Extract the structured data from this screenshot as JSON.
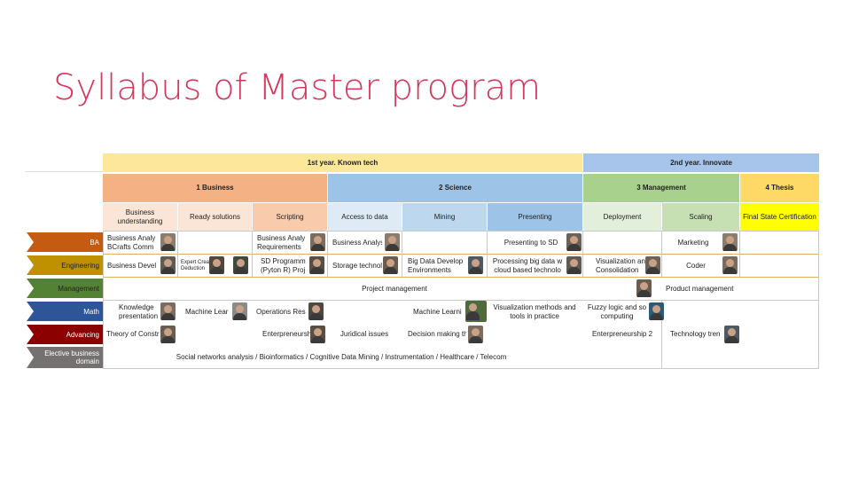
{
  "slide": {
    "title": "Syllabus of Master program"
  },
  "colors": {
    "title": "#d6385f",
    "year1": "#fce79b",
    "year2": "#a7c4ea",
    "business": "#f4b183",
    "science": "#9dc3e6",
    "management": "#a9d18e",
    "thesis": "#ffd966",
    "final_state": "#ffff00",
    "row_ba": "#c55a11",
    "row_engineering": "#bf9000",
    "row_management": "#548235",
    "row_math": "#2e5597",
    "row_advancing": "#8b0000",
    "row_elective": "#767171"
  },
  "years": {
    "year1": "1st year. Known tech",
    "year2": "2nd year. Innovate"
  },
  "areas": {
    "business": "1 Business",
    "science": "2 Science",
    "management": "3 Management",
    "thesis": "4 Thesis"
  },
  "subareas": {
    "business_understanding": "Business understanding",
    "ready_solutions": "Ready solutions",
    "scripting": "Scripting",
    "access_to_data": "Access to data",
    "mining": "Mining",
    "presenting": "Presenting",
    "deployment": "Deployment",
    "scaling": "Scaling",
    "final_state": "Final State Certification"
  },
  "tracks": {
    "ba": "BA",
    "engineering": "Engineering",
    "management": "Management",
    "math": "Math",
    "advancing": "Advancing",
    "elective": "Elective business domain"
  },
  "courses": {
    "ba": {
      "business_analysis": "Business Analy BCrafts Comm",
      "business_analysis_req": "Business Analy Requirements",
      "business_analysis_2": "Business Analys",
      "presenting_to_sd": "Presenting to SD",
      "marketing": "Marketing"
    },
    "engineering": {
      "business_dev": "Business Devel",
      "expert_deduction": "Expert Crea Deduction",
      "sd_programming": "SD Programm (Pyton R) Proj",
      "storage_tech": "Storage technol",
      "big_data_dev": "Big Data Develop Environments",
      "processing_big_data": "Processing big data w cloud based technolo",
      "visualization": "Visualization an Consolidation",
      "coder": "Coder"
    },
    "management": {
      "project_management": "Project management",
      "product_management": "Product management"
    },
    "math": {
      "knowledge_presentation": "Knowledge presentation",
      "machine_learning": "Machine Lear",
      "operations_research": "Operations Res",
      "machine_learning_2": "Machine Learni",
      "visualization_methods": "Visualization methods and tools in practice",
      "fuzzy_logic": "Fuzzy logic and so computing"
    },
    "advancing": {
      "theory_of_constraints": "Theory of Constr",
      "enterpreneurship": "Enterpreneursh",
      "juridical_issues": "Juridical issues",
      "decision_making": "Decision making th",
      "enterpreneurship_2": "Enterpreneurship 2",
      "technology_trends": "Technology tren"
    },
    "elective": {
      "domains": "Social networks analysis / Bioinformatics / Cognitive Data Mining / Instrumentation / Healthcare / Telecom"
    }
  }
}
